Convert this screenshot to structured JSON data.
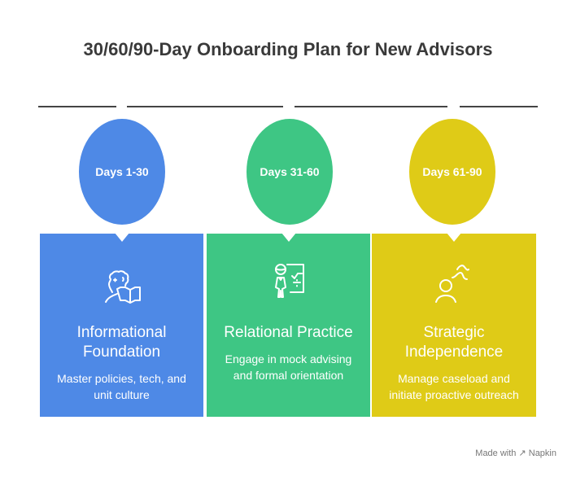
{
  "title": "30/60/90-Day Onboarding Plan for New Advisors",
  "phases": [
    {
      "days": "Days 1-30",
      "heading": "Informational Foundation",
      "description": "Master policies, tech, and unit culture",
      "color": "#4e89e6",
      "icon": "reading-person-icon"
    },
    {
      "days": "Days 31-60",
      "heading": "Relational Practice",
      "description": "Engage in mock advising and formal orientation",
      "color": "#3ec684",
      "icon": "teacher-board-icon"
    },
    {
      "days": "Days 61-90",
      "heading": "Strategic Independence",
      "description": "Manage caseload and initiate proactive outreach",
      "color": "#dfcb17",
      "icon": "person-path-icon"
    }
  ],
  "footer": "Made with ↗ Napkin"
}
